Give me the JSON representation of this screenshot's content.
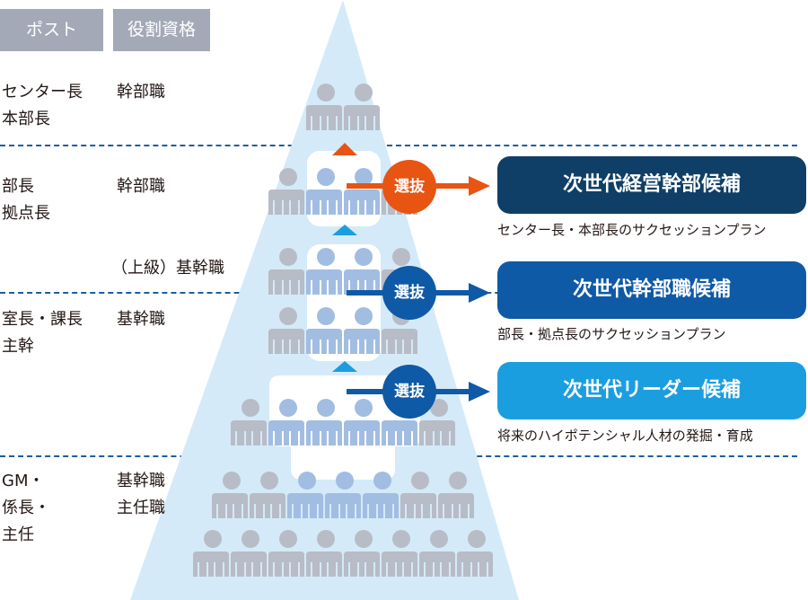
{
  "headers": {
    "post": "ポスト",
    "role": "役割資格"
  },
  "levels": [
    {
      "post": "センター長\n本部長",
      "role": "幹部職"
    },
    {
      "post": "部長\n拠点長",
      "role": "幹部職"
    },
    {
      "post": "",
      "role": "（上級）基幹職"
    },
    {
      "post": "室長・課長\n主幹",
      "role": "基幹職"
    },
    {
      "post": "GM・\n係長・\n主任",
      "role": "基幹職\n主任職"
    }
  ],
  "selection_label": "選抜",
  "candidates": [
    {
      "title": "次世代経営幹部候補",
      "subtitle": "センター長・本部長のサクセッションプラン",
      "color": "#0f3f66",
      "badge_color": "#e85412"
    },
    {
      "title": "次世代幹部職候補",
      "subtitle": "部長・拠点長のサクセッションプラン",
      "color": "#0f5aa7",
      "badge_color": "#0f5aa7"
    },
    {
      "title": "次世代リーダー候補",
      "subtitle": "将来のハイポテンシャル人材の発掘・育成",
      "color": "#1a9ee0",
      "badge_color": "#0f5aa7"
    }
  ],
  "colors": {
    "pyramid": "#d4eaf8",
    "person_gray": "#b8bcc7",
    "person_blue": "#a2bde2",
    "dash": "#1d5e9e",
    "arrow_orange": "#e85412",
    "arrow_blue": "#0f5aa7",
    "triangle_orange": "#e85412",
    "triangle_blue": "#1a9ee0"
  },
  "pyramid_rows": [
    {
      "people": [
        "gray",
        "gray"
      ]
    },
    {
      "people": [
        "gray",
        "blue",
        "blue",
        "gray"
      ]
    },
    {
      "people": [
        "gray",
        "blue",
        "blue",
        "gray"
      ]
    },
    {
      "people": [
        "gray",
        "blue",
        "blue",
        "gray"
      ]
    },
    {
      "people": [
        "gray",
        "blue",
        "blue",
        "blue",
        "blue",
        "gray"
      ]
    },
    {
      "people": [
        "gray",
        "gray",
        "blue",
        "blue",
        "blue",
        "gray",
        "gray"
      ]
    },
    {
      "people": [
        "gray",
        "gray",
        "gray",
        "gray",
        "gray",
        "gray",
        "gray",
        "gray"
      ]
    }
  ]
}
